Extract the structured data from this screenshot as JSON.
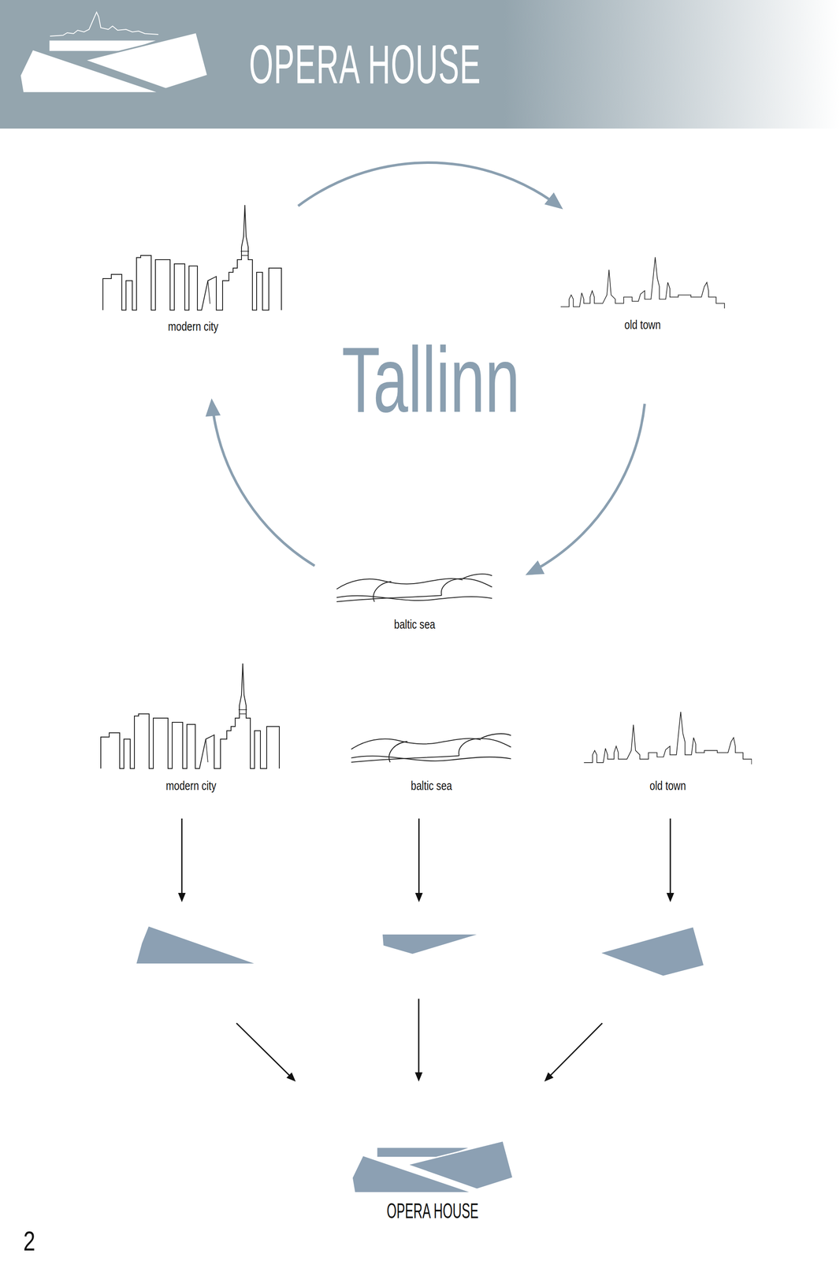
{
  "diagram": {
    "title": "OPERA HOUSE",
    "nodes": [
      {
        "text": [
          "modern city"
        ]
      },
      {
        "text": [
          "old town"
        ]
      },
      {
        "text": [
          "baltic sea"
        ]
      },
      {
        "text": [
          "modern city"
        ]
      },
      {
        "text": [
          "baltic sea"
        ]
      },
      {
        "text": [
          "old town"
        ]
      },
      {
        "text": [
          "OPERA HOUSE"
        ]
      }
    ],
    "edges": [
      {
        "from": 0,
        "to": 1,
        "arrow": "to"
      },
      {
        "from": 1,
        "to": 2,
        "arrow": "to"
      },
      {
        "from": 2,
        "to": 0,
        "arrow": "to"
      },
      {
        "from": 3,
        "to": 6,
        "arrow": "to"
      },
      {
        "from": 4,
        "to": 6,
        "arrow": "to"
      },
      {
        "from": 5,
        "to": 6,
        "arrow": "to"
      }
    ],
    "labels": [
      "Tallinn",
      "2"
    ]
  }
}
